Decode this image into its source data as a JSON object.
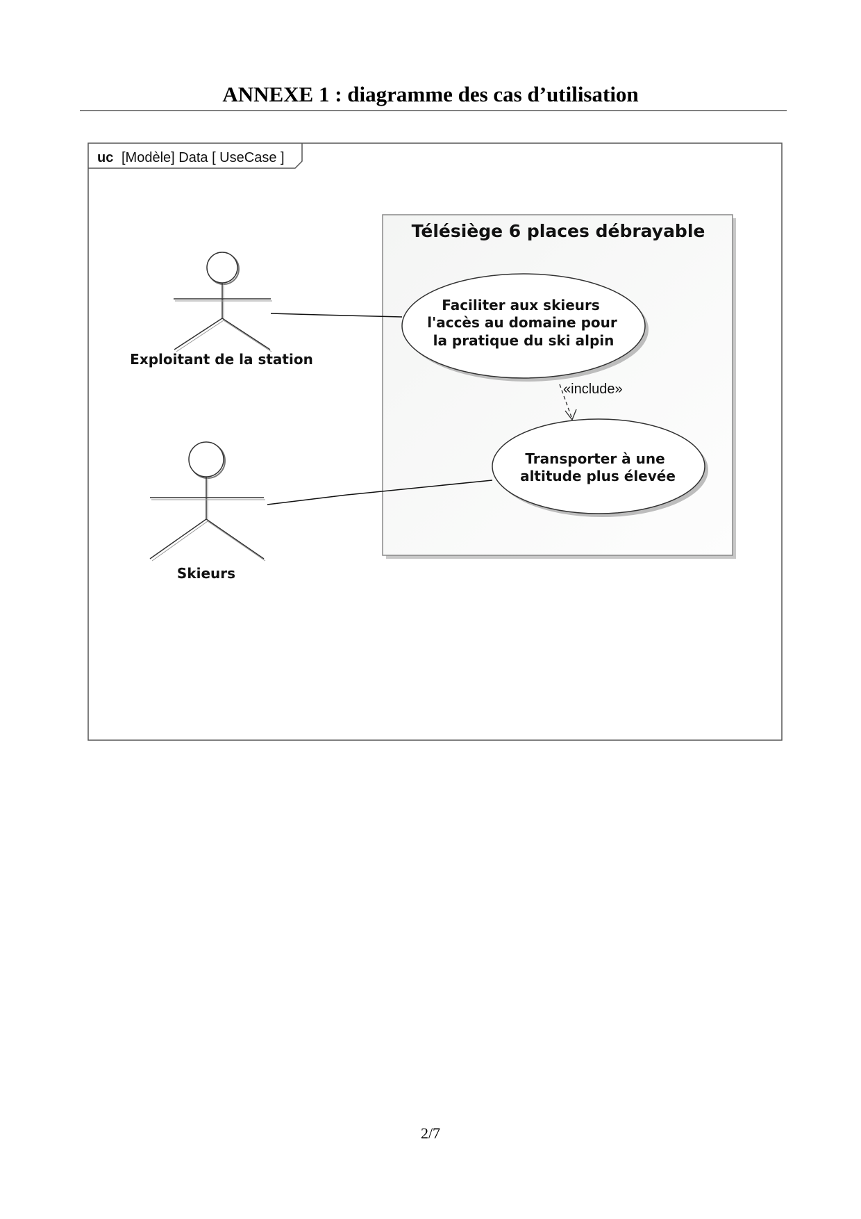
{
  "header": {
    "title": "ANNEXE 1 : diagramme des cas d’utilisation"
  },
  "diagram": {
    "frame": {
      "kind": "uc",
      "label": "[Modèle] Data [ UseCase ]"
    },
    "system": {
      "name": "Télésiège 6 places débrayable"
    },
    "use_cases": [
      {
        "lines": [
          "Faciliter aux skieurs",
          "l'accès au domaine pour",
          "la pratique du ski alpin"
        ]
      },
      {
        "lines": [
          "Transporter à une",
          "altitude plus élevée"
        ]
      }
    ],
    "actors": [
      {
        "name": "Exploitant de la station"
      },
      {
        "name": "Skieurs"
      }
    ],
    "relations": {
      "include_label": "«include»"
    }
  },
  "footer": {
    "page_number": "2/7"
  }
}
